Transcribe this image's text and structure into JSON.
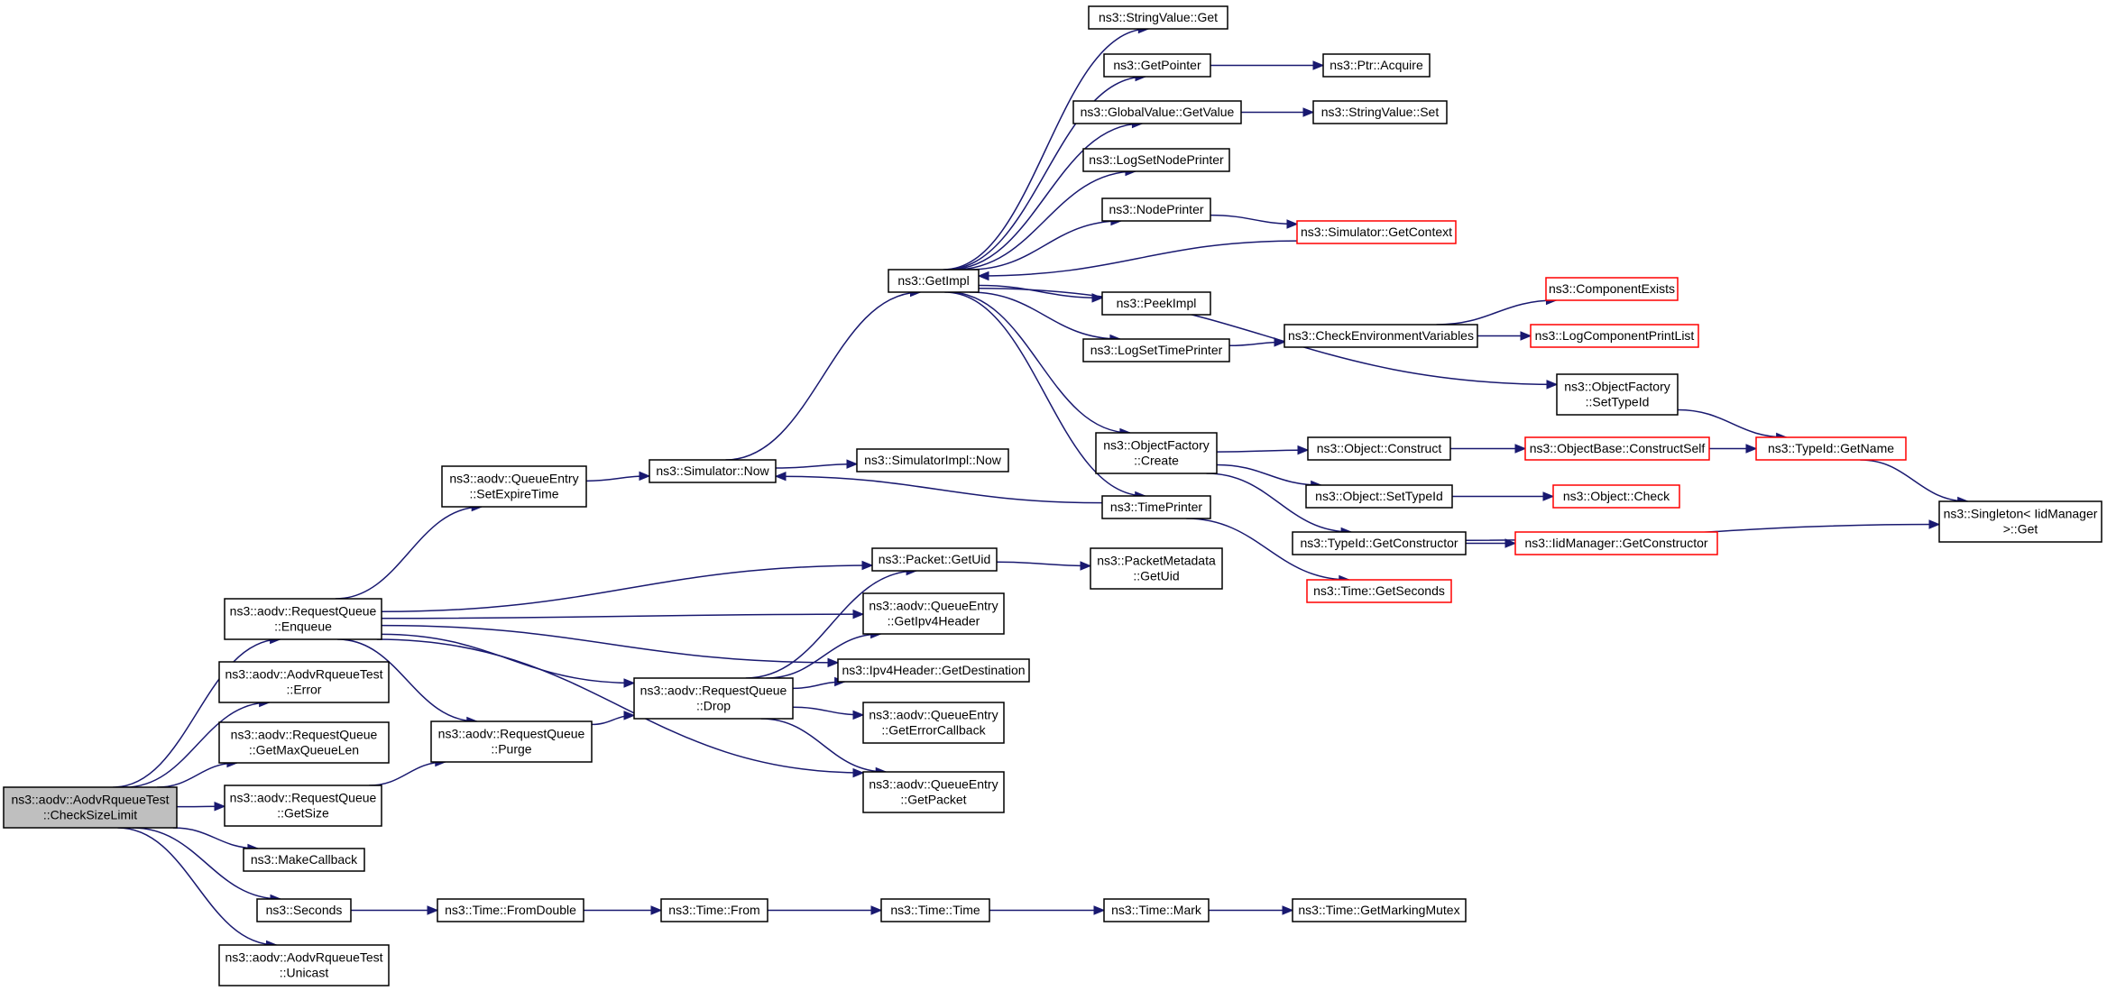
{
  "colors": {
    "edge": "#191970",
    "root_fill": "#bfbfbf",
    "red_border": "#ff0000",
    "black_border": "#000000"
  },
  "nodes": [
    {
      "id": "n0",
      "lines": [
        "ns3::aodv::AodvRqueueTest",
        "::CheckSizeLimit"
      ],
      "style": "root"
    },
    {
      "id": "n1",
      "lines": [
        "ns3::aodv::RequestQueue",
        "::Enqueue"
      ],
      "style": "black"
    },
    {
      "id": "n2",
      "lines": [
        "ns3::aodv::AodvRqueueTest",
        "::Error"
      ],
      "style": "black"
    },
    {
      "id": "n3",
      "lines": [
        "ns3::aodv::RequestQueue",
        "::GetMaxQueueLen"
      ],
      "style": "black"
    },
    {
      "id": "n4",
      "lines": [
        "ns3::aodv::RequestQueue",
        "::GetSize"
      ],
      "style": "black"
    },
    {
      "id": "n5",
      "lines": [
        "ns3::MakeCallback"
      ],
      "style": "black"
    },
    {
      "id": "n6",
      "lines": [
        "ns3::Seconds"
      ],
      "style": "black"
    },
    {
      "id": "n7",
      "lines": [
        "ns3::aodv::AodvRqueueTest",
        "::Unicast"
      ],
      "style": "black"
    },
    {
      "id": "n8",
      "lines": [
        "ns3::aodv::QueueEntry",
        "::SetExpireTime"
      ],
      "style": "black"
    },
    {
      "id": "n9",
      "lines": [
        "ns3::aodv::RequestQueue",
        "::Purge"
      ],
      "style": "black"
    },
    {
      "id": "n10",
      "lines": [
        "ns3::Time::FromDouble"
      ],
      "style": "black"
    },
    {
      "id": "n11",
      "lines": [
        "ns3::Simulator::Now"
      ],
      "style": "black"
    },
    {
      "id": "n12",
      "lines": [
        "ns3::aodv::RequestQueue",
        "::Drop"
      ],
      "style": "black"
    },
    {
      "id": "n13",
      "lines": [
        "ns3::Time::From"
      ],
      "style": "black"
    },
    {
      "id": "n14",
      "lines": [
        "ns3::GetImpl"
      ],
      "style": "black"
    },
    {
      "id": "n15",
      "lines": [
        "ns3::SimulatorImpl::Now"
      ],
      "style": "black"
    },
    {
      "id": "n16",
      "lines": [
        "ns3::Packet::GetUid"
      ],
      "style": "black"
    },
    {
      "id": "n17",
      "lines": [
        "ns3::aodv::QueueEntry",
        "::GetIpv4Header"
      ],
      "style": "black"
    },
    {
      "id": "n18",
      "lines": [
        "ns3::Ipv4Header::GetDestination"
      ],
      "style": "black"
    },
    {
      "id": "n19",
      "lines": [
        "ns3::aodv::QueueEntry",
        "::GetErrorCallback"
      ],
      "style": "black"
    },
    {
      "id": "n20",
      "lines": [
        "ns3::aodv::QueueEntry",
        "::GetPacket"
      ],
      "style": "black"
    },
    {
      "id": "n21",
      "lines": [
        "ns3::Time::Time"
      ],
      "style": "black"
    },
    {
      "id": "n22",
      "lines": [
        "ns3::StringValue::Get"
      ],
      "style": "black"
    },
    {
      "id": "n23",
      "lines": [
        "ns3::GetPointer"
      ],
      "style": "black"
    },
    {
      "id": "n24",
      "lines": [
        "ns3::GlobalValue::GetValue"
      ],
      "style": "black"
    },
    {
      "id": "n25",
      "lines": [
        "ns3::LogSetNodePrinter"
      ],
      "style": "black"
    },
    {
      "id": "n26",
      "lines": [
        "ns3::NodePrinter"
      ],
      "style": "black"
    },
    {
      "id": "n27",
      "lines": [
        "ns3::PeekImpl"
      ],
      "style": "black"
    },
    {
      "id": "n28",
      "lines": [
        "ns3::LogSetTimePrinter"
      ],
      "style": "black"
    },
    {
      "id": "n29",
      "lines": [
        "ns3::ObjectFactory",
        "::Create"
      ],
      "style": "black"
    },
    {
      "id": "n30",
      "lines": [
        "ns3::TimePrinter"
      ],
      "style": "black"
    },
    {
      "id": "n31",
      "lines": [
        "ns3::PacketMetadata",
        "::GetUid"
      ],
      "style": "black"
    },
    {
      "id": "n32",
      "lines": [
        "ns3::Time::Mark"
      ],
      "style": "black"
    },
    {
      "id": "n33",
      "lines": [
        "ns3::Ptr::Acquire"
      ],
      "style": "black"
    },
    {
      "id": "n34",
      "lines": [
        "ns3::StringValue::Set"
      ],
      "style": "black"
    },
    {
      "id": "n35",
      "lines": [
        "ns3::Simulator::GetContext"
      ],
      "style": "red"
    },
    {
      "id": "n36",
      "lines": [
        "ns3::CheckEnvironmentVariables"
      ],
      "style": "black"
    },
    {
      "id": "n37",
      "lines": [
        "ns3::ObjectFactory",
        "::SetTypeId"
      ],
      "style": "black"
    },
    {
      "id": "n38",
      "lines": [
        "ns3::Object::Construct"
      ],
      "style": "black"
    },
    {
      "id": "n39",
      "lines": [
        "ns3::Object::SetTypeId"
      ],
      "style": "black"
    },
    {
      "id": "n40",
      "lines": [
        "ns3::TypeId::GetConstructor"
      ],
      "style": "black"
    },
    {
      "id": "n41",
      "lines": [
        "ns3::Time::GetSeconds"
      ],
      "style": "red"
    },
    {
      "id": "n42",
      "lines": [
        "ns3::Time::GetMarkingMutex"
      ],
      "style": "black"
    },
    {
      "id": "n43",
      "lines": [
        "ns3::ComponentExists"
      ],
      "style": "red"
    },
    {
      "id": "n44",
      "lines": [
        "ns3::LogComponentPrintList"
      ],
      "style": "red"
    },
    {
      "id": "n45",
      "lines": [
        "ns3::ObjectBase::ConstructSelf"
      ],
      "style": "red"
    },
    {
      "id": "n46",
      "lines": [
        "ns3::Object::Check"
      ],
      "style": "red"
    },
    {
      "id": "n47",
      "lines": [
        "ns3::IidManager::GetConstructor"
      ],
      "style": "red"
    },
    {
      "id": "n48",
      "lines": [
        "ns3::TypeId::GetName"
      ],
      "style": "red"
    },
    {
      "id": "n49",
      "lines": [
        "ns3::Singleton< IidManager",
        " >::Get"
      ],
      "style": "black"
    }
  ],
  "edges": [
    [
      "n0",
      "n1"
    ],
    [
      "n0",
      "n2"
    ],
    [
      "n0",
      "n3"
    ],
    [
      "n0",
      "n4"
    ],
    [
      "n0",
      "n5"
    ],
    [
      "n0",
      "n6"
    ],
    [
      "n0",
      "n7"
    ],
    [
      "n1",
      "n8"
    ],
    [
      "n1",
      "n16"
    ],
    [
      "n1",
      "n17"
    ],
    [
      "n1",
      "n18"
    ],
    [
      "n1",
      "n12"
    ],
    [
      "n1",
      "n9"
    ],
    [
      "n1",
      "n20"
    ],
    [
      "n4",
      "n9"
    ],
    [
      "n9",
      "n12"
    ],
    [
      "n8",
      "n11"
    ],
    [
      "n11",
      "n14"
    ],
    [
      "n11",
      "n15"
    ],
    [
      "n12",
      "n16"
    ],
    [
      "n12",
      "n17"
    ],
    [
      "n12",
      "n18"
    ],
    [
      "n12",
      "n19"
    ],
    [
      "n12",
      "n20"
    ],
    [
      "n16",
      "n31"
    ],
    [
      "n6",
      "n10"
    ],
    [
      "n10",
      "n13"
    ],
    [
      "n13",
      "n21"
    ],
    [
      "n21",
      "n32"
    ],
    [
      "n32",
      "n42"
    ],
    [
      "n14",
      "n22"
    ],
    [
      "n14",
      "n23"
    ],
    [
      "n14",
      "n24"
    ],
    [
      "n14",
      "n25"
    ],
    [
      "n14",
      "n26"
    ],
    [
      "n14",
      "n27"
    ],
    [
      "n14",
      "n28"
    ],
    [
      "n14",
      "n37"
    ],
    [
      "n14",
      "n29"
    ],
    [
      "n14",
      "n30"
    ],
    [
      "n23",
      "n33"
    ],
    [
      "n24",
      "n34"
    ],
    [
      "n26",
      "n35"
    ],
    [
      "n35",
      "n14"
    ],
    [
      "n28",
      "n36"
    ],
    [
      "n36",
      "n43"
    ],
    [
      "n36",
      "n44"
    ],
    [
      "n29",
      "n38"
    ],
    [
      "n29",
      "n39"
    ],
    [
      "n29",
      "n40"
    ],
    [
      "n38",
      "n45"
    ],
    [
      "n45",
      "n48"
    ],
    [
      "n37",
      "n48"
    ],
    [
      "n48",
      "n49"
    ],
    [
      "n39",
      "n46"
    ],
    [
      "n40",
      "n47"
    ],
    [
      "n40",
      "n49"
    ],
    [
      "n30",
      "n11"
    ],
    [
      "n30",
      "n41"
    ]
  ]
}
